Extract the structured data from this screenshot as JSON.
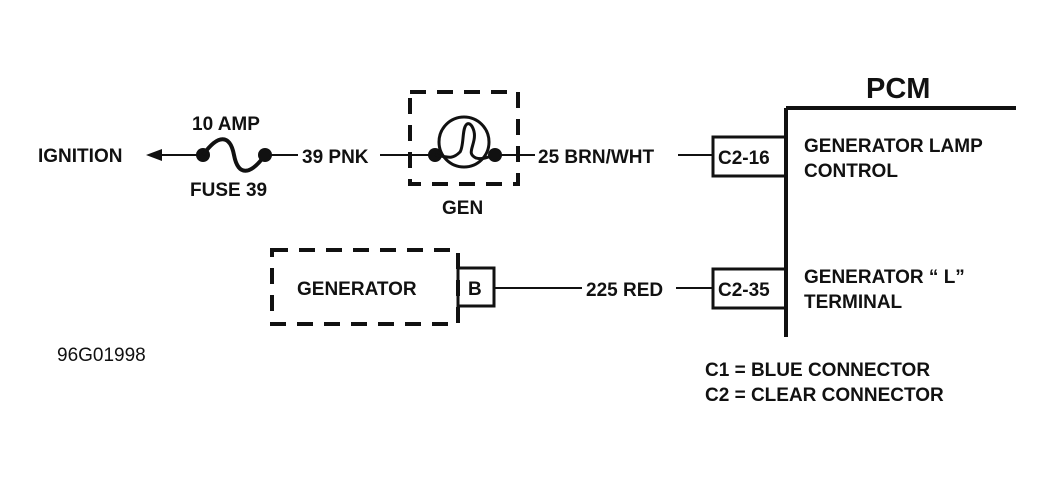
{
  "ignition": "IGNITION",
  "fuse": {
    "rating": "10 AMP",
    "name": "FUSE 39"
  },
  "wires": {
    "pnk": "39 PNK",
    "brn_wht": "25 BRN/WHT",
    "red": "225 RED"
  },
  "gen_lamp": "GEN",
  "generator": {
    "label": "GENERATOR",
    "terminal": "B"
  },
  "pcm": {
    "title": "PCM",
    "pins": [
      {
        "connector": "C2-16",
        "line1": "GENERATOR LAMP",
        "line2": "CONTROL"
      },
      {
        "connector": "C2-35",
        "line1": "GENERATOR “ L”",
        "line2": "TERMINAL"
      }
    ]
  },
  "legend": [
    "C1 = BLUE CONNECTOR",
    "C2 = CLEAR CONNECTOR"
  ],
  "figure_code": "96G01998"
}
